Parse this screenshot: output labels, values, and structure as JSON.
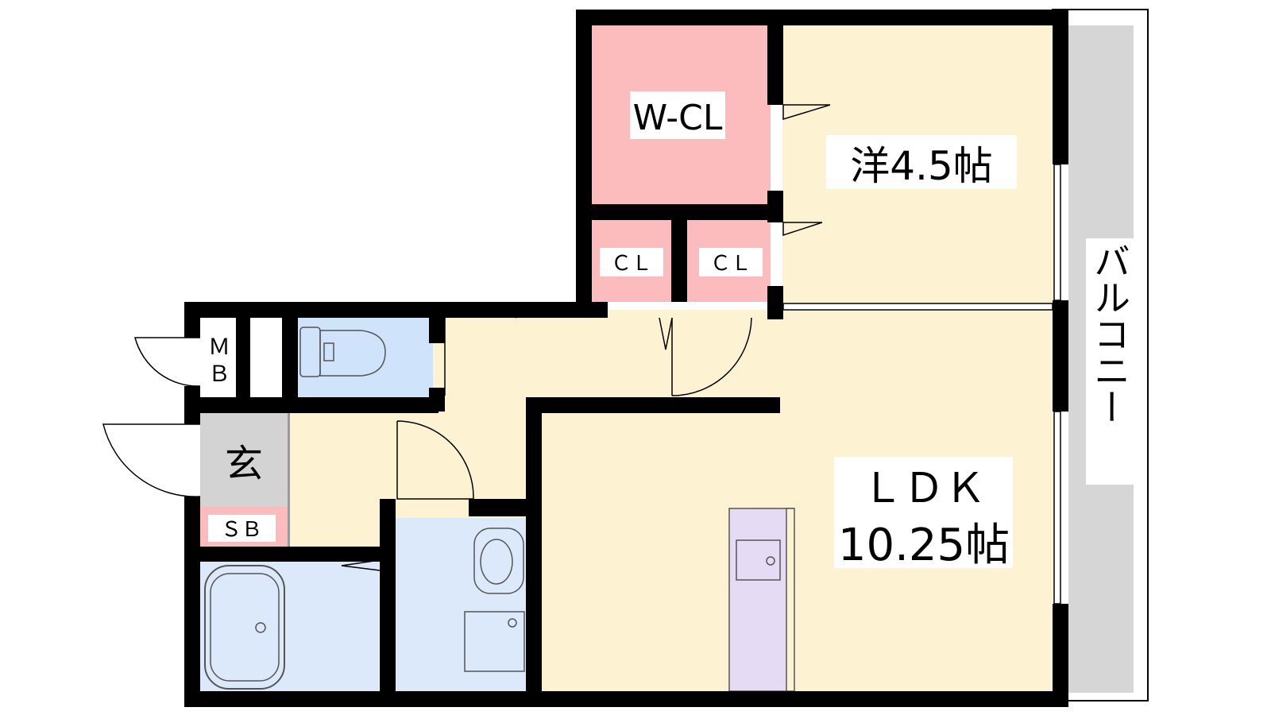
{
  "rooms": {
    "wcl": "W-CL",
    "western": "洋4.5帖",
    "cl1": "ＣＬ",
    "cl2": "ＣＬ",
    "mb_top": "Ｍ",
    "mb_bottom": "Ｂ",
    "entrance": "玄",
    "sb": "ＳＢ",
    "ldk": "ＬＤＫ",
    "ldk_size": "10.25帖",
    "balcony": "バルコニー"
  },
  "colors": {
    "wall": "#000000",
    "floor": "#fdf2d2",
    "closet": "#fcbcbd",
    "wet": "#dbe9fb",
    "toilet": "#cfe3fb",
    "kitchen": "#e6dbf4",
    "entrance": "#d3d3d3",
    "balcony": "#d6d6d6"
  }
}
